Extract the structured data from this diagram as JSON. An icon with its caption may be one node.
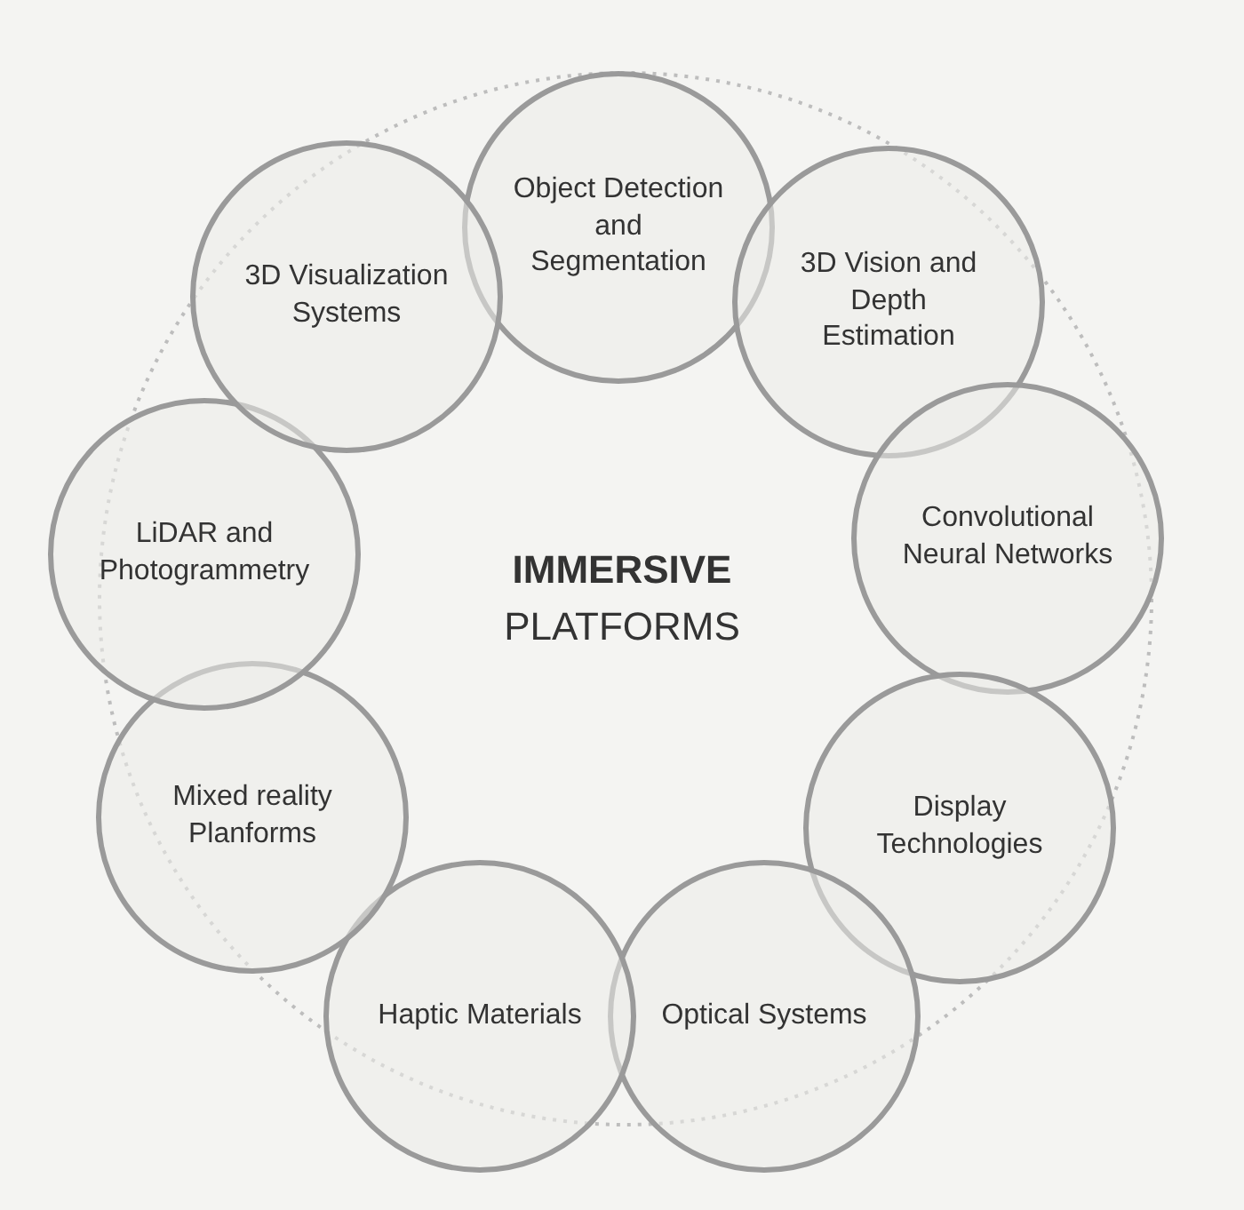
{
  "diagram": {
    "nodes": [
      {
        "text": [
          "Object Detection and Segmentation"
        ]
      },
      {
        "text": [
          "3D Vision and Depth Estimation"
        ]
      },
      {
        "text": [
          "Convolutional Neural Networks"
        ]
      },
      {
        "text": [
          "Display Technologies"
        ]
      },
      {
        "text": [
          "Optical Systems"
        ]
      },
      {
        "text": [
          "Haptic Materials"
        ]
      },
      {
        "text": [
          "Mixed reality Planforms"
        ]
      },
      {
        "text": [
          "LiDAR and Photogrammetry"
        ]
      },
      {
        "text": [
          "3D Visualization Systems"
        ]
      }
    ],
    "edges": [],
    "labels": [
      "**IMMERSIVE** PLATFORMS"
    ]
  }
}
